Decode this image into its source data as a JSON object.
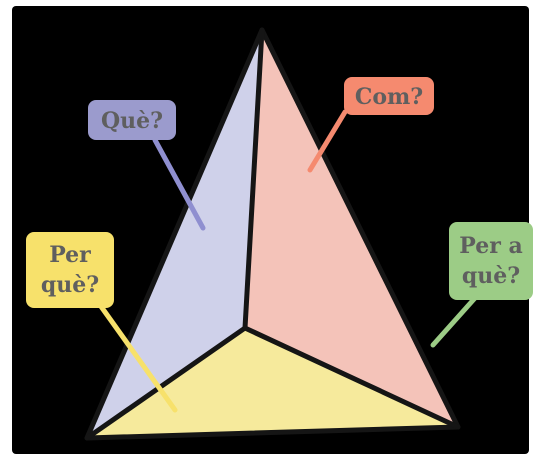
{
  "diagram": {
    "colors": {
      "background": "#000000",
      "edge": "#151515",
      "face_left": "#cfd1ea",
      "face_right": "#f4c3b9",
      "face_bottom": "#f6ea9c",
      "label_text": "#5f5f5f"
    },
    "labels": [
      {
        "id": "que",
        "lines": [
          "Què?"
        ],
        "color": "#9b9bcd",
        "pointer_color": "#8f8fd0"
      },
      {
        "id": "com",
        "lines": [
          "Com?"
        ],
        "color": "#f58a6f",
        "pointer_color": "#f58a6f"
      },
      {
        "id": "per-que",
        "lines": [
          "Per",
          "què?"
        ],
        "color": "#f7e16b",
        "pointer_color": "#f7e16b"
      },
      {
        "id": "per-a-que",
        "lines": [
          "Per a",
          "què?"
        ],
        "color": "#9ccc86",
        "pointer_color": "#9ccc86"
      }
    ]
  }
}
